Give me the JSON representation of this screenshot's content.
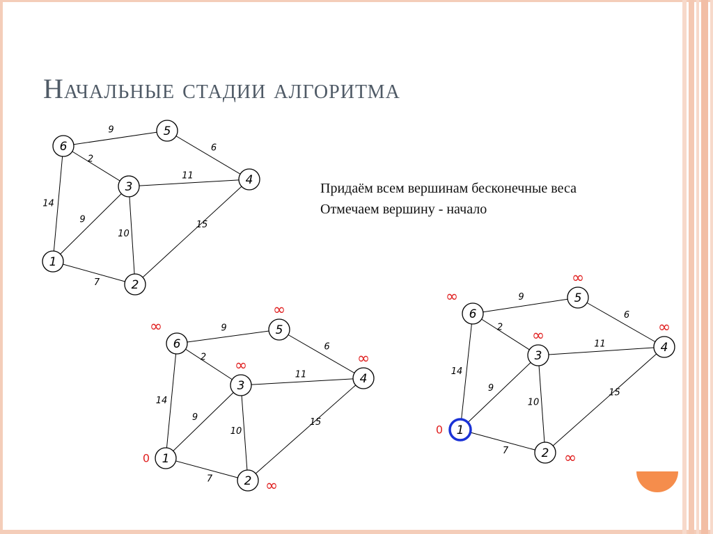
{
  "slide": {
    "title": "Начальные стадии алгоритма",
    "description_lines": [
      "Придаём всем вершинам бесконечные веса",
      "Отмечаем вершину - начало"
    ]
  },
  "graph": {
    "nodes": [
      {
        "id": "1",
        "label": "1"
      },
      {
        "id": "2",
        "label": "2"
      },
      {
        "id": "3",
        "label": "3"
      },
      {
        "id": "4",
        "label": "4"
      },
      {
        "id": "5",
        "label": "5"
      },
      {
        "id": "6",
        "label": "6"
      }
    ],
    "edges": [
      {
        "from": "6",
        "to": "5",
        "weight": "9"
      },
      {
        "from": "5",
        "to": "4",
        "weight": "6"
      },
      {
        "from": "6",
        "to": "3",
        "weight": "2"
      },
      {
        "from": "3",
        "to": "4",
        "weight": "11"
      },
      {
        "from": "6",
        "to": "1",
        "weight": "14"
      },
      {
        "from": "1",
        "to": "3",
        "weight": "9"
      },
      {
        "from": "3",
        "to": "2",
        "weight": "10"
      },
      {
        "from": "4",
        "to": "2",
        "weight": "15"
      },
      {
        "from": "1",
        "to": "2",
        "weight": "7"
      }
    ]
  },
  "stages": [
    {
      "name": "initial-graph",
      "node_weights": {},
      "start_node": ""
    },
    {
      "name": "infinite-weights",
      "node_weights": {
        "1": "0",
        "2": "∞",
        "3": "∞",
        "4": "∞",
        "5": "∞",
        "6": "∞"
      },
      "start_node": ""
    },
    {
      "name": "start-marked",
      "node_weights": {
        "1": "0",
        "2": "∞",
        "3": "∞",
        "4": "∞",
        "5": "∞",
        "6": "∞"
      },
      "start_node": "1"
    }
  ],
  "colors": {
    "weight_text": "#e02020",
    "start_highlight": "#1a32d6",
    "border_accent": "#f4cdb9",
    "title_text": "#4f5a66",
    "orange_accent": "#f58d4c"
  }
}
